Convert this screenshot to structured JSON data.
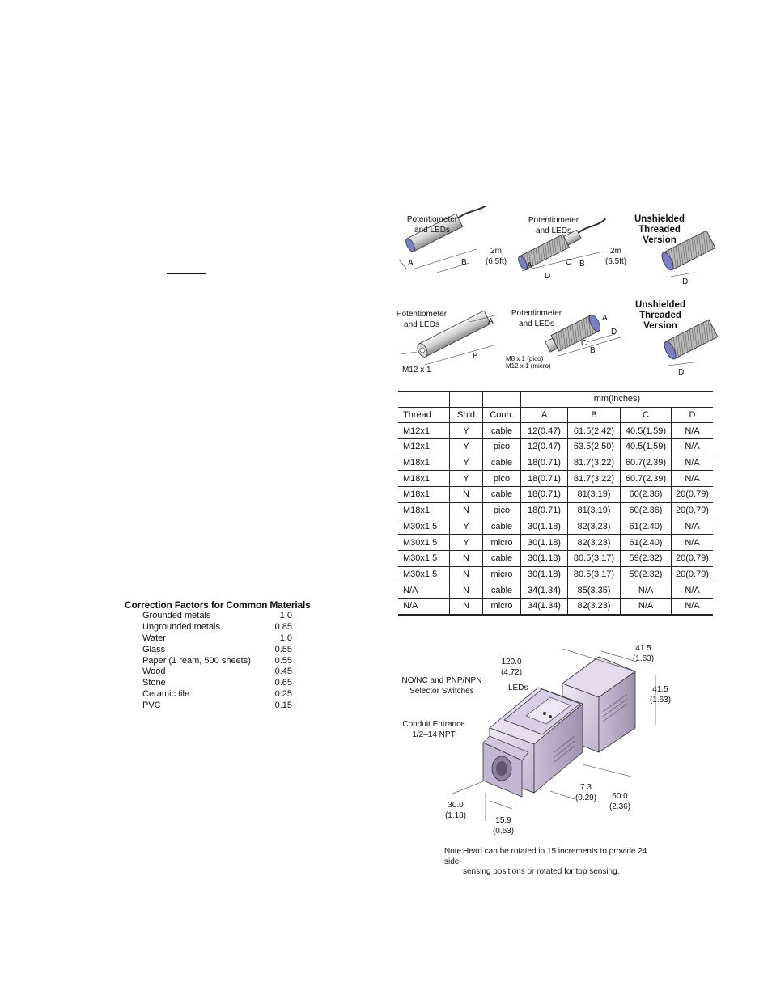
{
  "top_diagrams": {
    "d1": {
      "led_label": [
        "Potentiometer",
        "and LEDs"
      ],
      "length": "2m",
      "length_in": "(6.5ft)",
      "dim_a": "A",
      "dim_b": "B"
    },
    "d2": {
      "led_label": [
        "Potentiometer",
        "and LEDs"
      ],
      "length": "2m",
      "length_in": "(6.5ft)",
      "dim_a": "A",
      "dim_b": "B",
      "dim_c": "C",
      "dim_d": "D"
    },
    "d3": {
      "title": [
        "Unshielded",
        "Threaded",
        "Version"
      ],
      "dim_d": "D"
    },
    "d4": {
      "led_label": [
        "Potentiometer",
        "and LEDs"
      ],
      "thread": "M12 x 1",
      "dim_a": "A",
      "dim_b": "B"
    },
    "d5": {
      "led_label": [
        "Potentiometer",
        "and LEDs"
      ],
      "thread": [
        "M8 x 1 (pico)",
        "M12 x 1 (micro)"
      ],
      "dim_a": "A",
      "dim_b": "B",
      "dim_c": "C",
      "dim_d": "D"
    },
    "d6": {
      "title": [
        "Unshielded",
        "Threaded",
        "Version"
      ],
      "dim_d": "D"
    }
  },
  "table": {
    "unit_header": "mm(inches)",
    "headers": [
      "Thread",
      "Shld",
      "Conn.",
      "A",
      "B",
      "C",
      "D"
    ],
    "rows": [
      [
        "M12x1",
        "Y",
        "cable",
        "12(0.47)",
        "61.5(2.42)",
        "40.5(1.59)",
        "N/A"
      ],
      [
        "M12x1",
        "Y",
        "pico",
        "12(0.47)",
        "63.5(2.50)",
        "40.5(1.59)",
        "N/A"
      ],
      [
        "M18x1",
        "Y",
        "cable",
        "18(0.71)",
        "81.7(3.22)",
        "60.7(2.39)",
        "N/A"
      ],
      [
        "M18x1",
        "Y",
        "pico",
        "18(0.71)",
        "81.7(3.22)",
        "60.7(2.39)",
        "N/A"
      ],
      [
        "M18x1",
        "N",
        "cable",
        "18(0.71)",
        "81(3.19)",
        "60(2.36)",
        "20(0.79)"
      ],
      [
        "M18x1",
        "N",
        "pico",
        "18(0.71)",
        "81(3.19)",
        "60(2.36)",
        "20(0.79)"
      ],
      [
        "M30x1.5",
        "Y",
        "cable",
        "30(1.18)",
        "82(3.23)",
        "61(2.40)",
        "N/A"
      ],
      [
        "M30x1.5",
        "Y",
        "micro",
        "30(1.18)",
        "82(3.23)",
        "61(2.40)",
        "N/A"
      ],
      [
        "M30x1.5",
        "N",
        "cable",
        "30(1.18)",
        "80.5(3.17)",
        "59(2.32)",
        "20(0.79)"
      ],
      [
        "M30x1.5",
        "N",
        "micro",
        "30(1.18)",
        "80.5(3.17)",
        "59(2.32)",
        "20(0.79)"
      ],
      [
        "N/A",
        "N",
        "cable",
        "34(1.34)",
        "85(3.35)",
        "N/A",
        "N/A"
      ],
      [
        "N/A",
        "N",
        "micro",
        "34(1.34)",
        "82(3.23)",
        "N/A",
        "N/A"
      ]
    ]
  },
  "correction_factors": {
    "title": "Correction Factors for Common Materials",
    "items": [
      {
        "name": "Grounded metals",
        "value": "1.0"
      },
      {
        "name": "Ungrounded metals",
        "value": "0.85"
      },
      {
        "name": "Water",
        "value": "1.0"
      },
      {
        "name": "Glass",
        "value": "0.55"
      },
      {
        "name": "Paper (1 ream, 500 sheets)",
        "value": "0.55"
      },
      {
        "name": "Wood",
        "value": "0.45"
      },
      {
        "name": "Stone",
        "value": "0.65"
      },
      {
        "name": "Ceramic tile",
        "value": "0.25"
      },
      {
        "name": "PVC",
        "value": "0.15"
      }
    ]
  },
  "large_diagram": {
    "dim_top": [
      "120.0",
      "(4.72)"
    ],
    "dim_right_top": [
      "41.5",
      "(1.63)"
    ],
    "dim_right_side": [
      "41.5",
      "(1.63)"
    ],
    "switches": [
      "NO/NC and PNP/NPN",
      "Selector Switches"
    ],
    "leds": "LEDs",
    "conduit": [
      "Conduit Entrance",
      "1/2–14 NPT"
    ],
    "dim_7_3": [
      "7.3",
      "(0.29)"
    ],
    "dim_60": [
      "60.0",
      "(2.36)"
    ],
    "dim_30": [
      "30.0",
      "(1.18)"
    ],
    "dim_15_9": [
      "15.9",
      "(0.63)"
    ]
  },
  "note": {
    "label": "Note:",
    "text_1": "Head can be rotated in 15   increments to provide 24 side-",
    "text_2": "sensing positions or rotated for top sensing."
  }
}
